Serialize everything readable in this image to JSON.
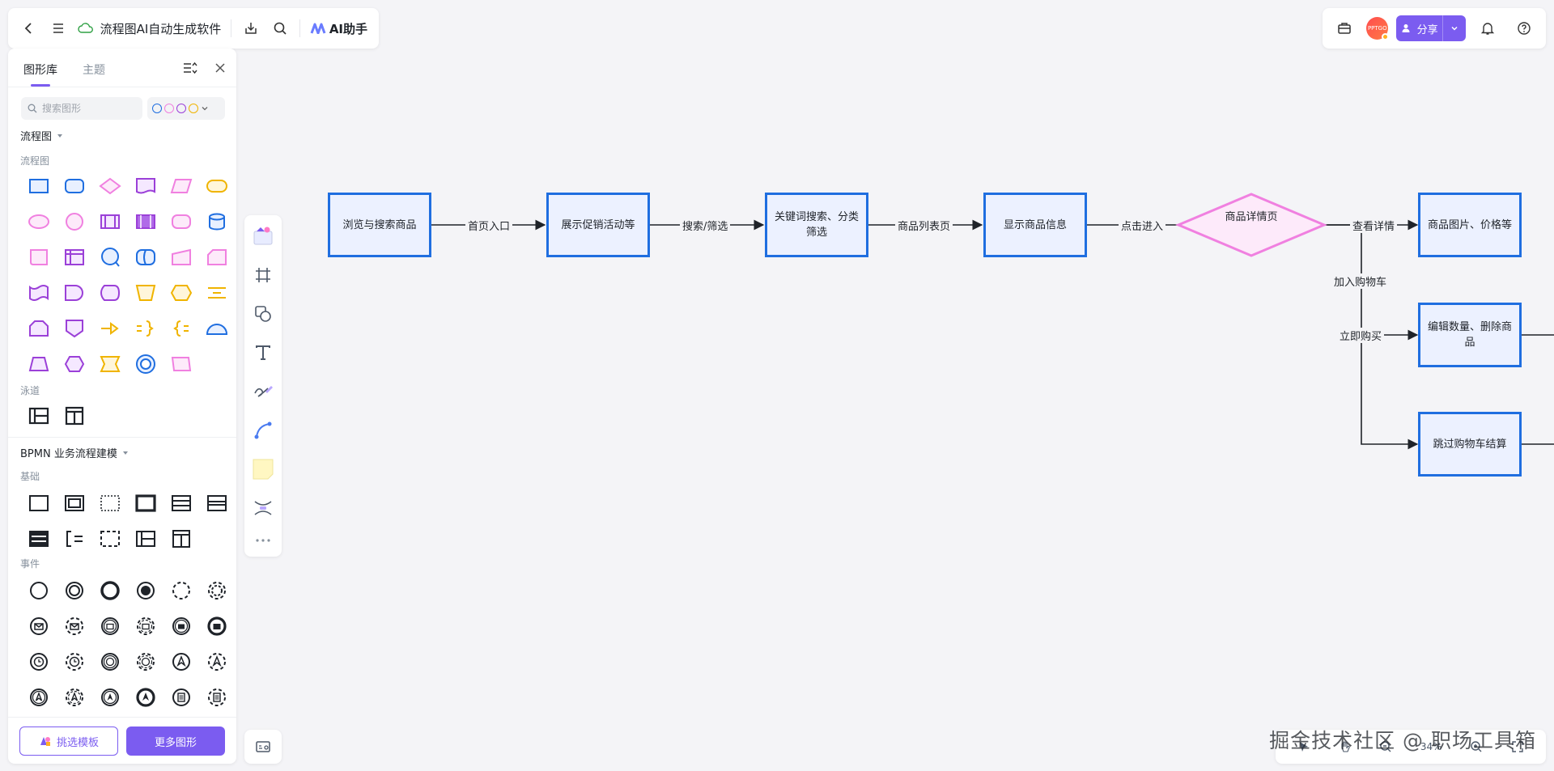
{
  "header": {
    "title": "流程图AI自动生成软件",
    "ai_label": "AI助手",
    "share_label": "分享",
    "avatar_text": "PPTGO"
  },
  "panel": {
    "tabs": [
      "图形库",
      "主题"
    ],
    "search_placeholder": "搜索图形",
    "flowchart_section": "流程图",
    "flowchart_sub": "流程图",
    "swimlane_sub": "泳道",
    "bpmn_section": "BPMN 业务流程建模",
    "basic_sub": "基础",
    "event_sub": "事件",
    "template_btn": "挑选模板",
    "more_btn": "更多图形"
  },
  "colors": {
    "accent": "#7b5cf0",
    "node_border": "#1f6ee0",
    "node_fill": "#ecf1ff",
    "diamond_border": "#f080e0",
    "diamond_fill": "#fdeafa"
  },
  "flow": {
    "nodes": [
      "浏览与搜索商品",
      "展示促销活动等",
      "关键词搜索、分类筛选",
      "显示商品信息",
      "商品图片、价格等",
      "编辑数量、删除商品",
      "跳过购物车结算"
    ],
    "decision": "商品详情页",
    "edges": [
      "首页入口",
      "搜索/筛选",
      "商品列表页",
      "点击进入",
      "查看详情",
      "加入购物车",
      "立即购买"
    ]
  },
  "zoom": {
    "level": "34%"
  },
  "watermark": "掘金技术社区 @ 职场工具箱"
}
